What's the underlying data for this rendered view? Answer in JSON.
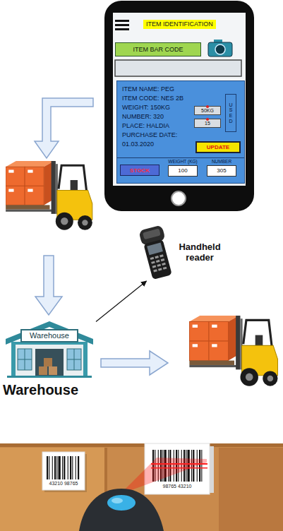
{
  "diagram": {
    "nodes": [
      {
        "text": [
          "ITEM IDENTIFICATION"
        ]
      },
      {
        "text": [
          "ITEM BAR CODE"
        ],
        "in": 0
      },
      {
        "text": [
          "ITEM NAME: PEG",
          "ITEM CODE: NES 2B",
          "WEIGHT: 150KG",
          "NUMBER: 320",
          "PLACE: HALDIA",
          "PURCHASE DATE: 01.03.2020"
        ],
        "in": 0
      },
      {
        "text": [
          "50KG"
        ],
        "in": 2
      },
      {
        "text": [
          "15"
        ],
        "in": 2
      },
      {
        "text": [
          "USED"
        ],
        "in": 2
      },
      {
        "text": [
          "UPDATE"
        ],
        "in": 2
      },
      {
        "text": [
          "STOCK"
        ],
        "in": 2
      },
      {
        "text": [
          "WEIGHT (KG)",
          "100"
        ],
        "in": 2
      },
      {
        "text": [
          "NUMBER",
          "305"
        ],
        "in": 2
      },
      {
        "text": [
          "Warehouse",
          "Warehouse"
        ]
      },
      {
        "text": [
          "Handheld reader"
        ]
      }
    ],
    "edges": [
      {
        "from": 10,
        "to": 11,
        "arrow": "to"
      }
    ],
    "labels": [
      "43210 98765",
      "98765 43210"
    ]
  }
}
